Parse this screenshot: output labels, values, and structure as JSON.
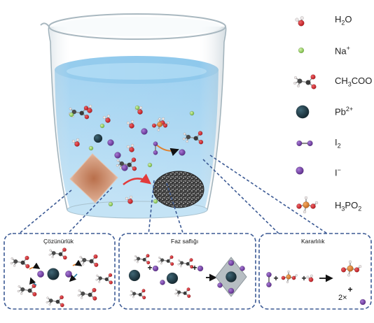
{
  "legend": [
    {
      "key": "h2o",
      "icon": "water-molecule-icon",
      "text": "H",
      "sub": "2",
      "tail": "O"
    },
    {
      "key": "na",
      "icon": "sodium-ion-icon",
      "text": "Na",
      "sup": "+"
    },
    {
      "key": "acetate",
      "icon": "acetate-molecule-icon",
      "text": "CH",
      "sub": "3",
      "tail": "COO"
    },
    {
      "key": "pb",
      "icon": "lead-ion-icon",
      "text": "Pb",
      "sup": "2+"
    },
    {
      "key": "i2",
      "icon": "iodine-molecule-icon",
      "text": "I",
      "sub": "2"
    },
    {
      "key": "iodide",
      "icon": "iodide-ion-icon",
      "text": "I",
      "sup": "−"
    },
    {
      "key": "h3po2",
      "icon": "hypophosphorous-acid-icon",
      "text": "H",
      "sub": "3",
      "tail": "PO",
      "sub2": "2"
    }
  ],
  "panels": {
    "solubility": "Çözünürlük",
    "phase_purity": "Faz saflığı",
    "stability": "Kararlılık"
  },
  "stability_equation": {
    "multiplier": "2×"
  },
  "colors": {
    "oxygen": "#d8262b",
    "hydrogen": "#ece6e6",
    "carbon": "#4a4a4a",
    "sodium": "#9fd86a",
    "lead": "#1e3944",
    "iodine": "#7a3fae",
    "phosphorus": "#e0812f",
    "water": "#9fd0f0",
    "dashed_outline": "#3c5a94"
  }
}
